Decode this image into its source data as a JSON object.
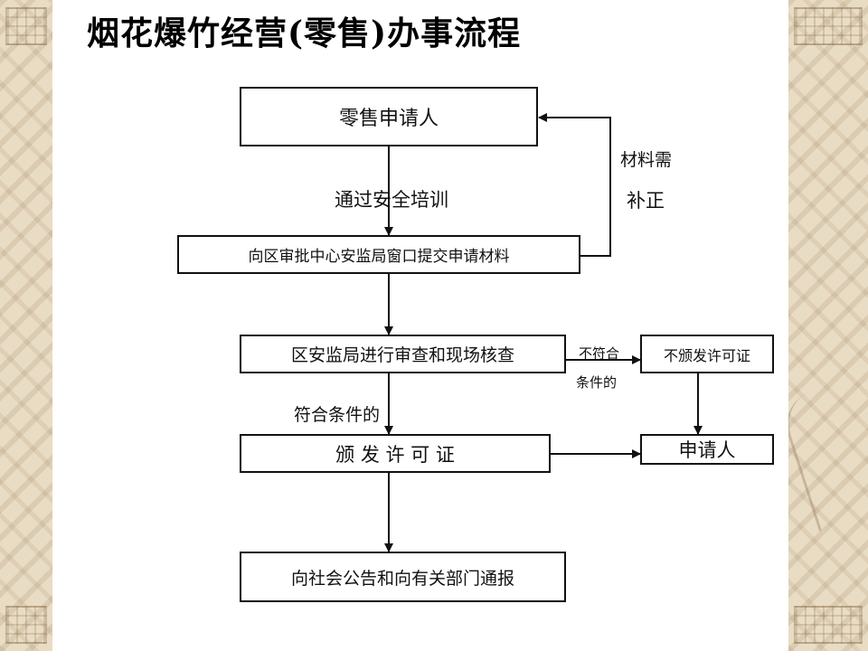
{
  "title": "烟花爆竹经营(零售)办事流程",
  "boxes": {
    "applicant": "零售申请人",
    "submit": "向区审批中心安监局窗口提交申请材料",
    "review": "区安监局进行审查和现场核查",
    "issue": "颁 发 许 可 证",
    "announce": "向社会公告和向有关部门通报",
    "no_issue": "不颁发许可证",
    "applicant_end": "申请人"
  },
  "labels": {
    "training": "通过安全培训",
    "supplement_1": "材料需",
    "supplement_2": "补正",
    "qualified": "符合条件的",
    "unqualified_1": "不符合",
    "unqualified_2": "条件的"
  }
}
